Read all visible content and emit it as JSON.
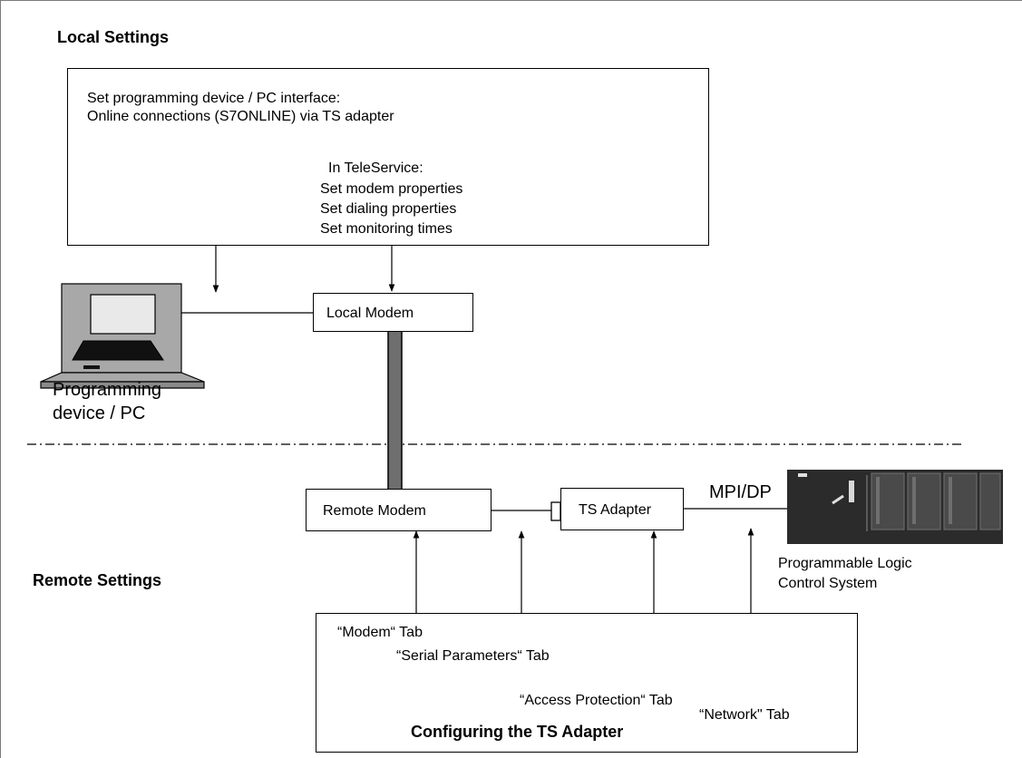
{
  "sections": {
    "local_title": "Local Settings",
    "remote_title": "Remote Settings"
  },
  "local_box": {
    "line1": "Set programming device / PC interface:",
    "line2": "Online connections (S7ONLINE) via TS adapter",
    "teleservice_header": "In TeleService:",
    "items": [
      "Set modem properties",
      "Set dialing properties",
      "Set monitoring times"
    ]
  },
  "devices": {
    "local_modem": "Local Modem",
    "remote_modem": "Remote Modem",
    "ts_adapter": "TS Adapter",
    "pc_label_line1": "Programming",
    "pc_label_line2": "device / PC",
    "bus_label": "MPI/DP",
    "plc_label_line1": "Programmable Logic",
    "plc_label_line2": "Control System"
  },
  "config_box": {
    "title": "Configuring the TS Adapter",
    "tabs": [
      "“Modem“ Tab",
      "“Serial Parameters“ Tab",
      "“Access Protection“ Tab",
      "“Network\" Tab"
    ]
  },
  "colors": {
    "stroke": "#000000",
    "cable": "#6e6e6e",
    "plc_body": "#2b2b2b",
    "plc_panel": "#4a4a4a"
  }
}
